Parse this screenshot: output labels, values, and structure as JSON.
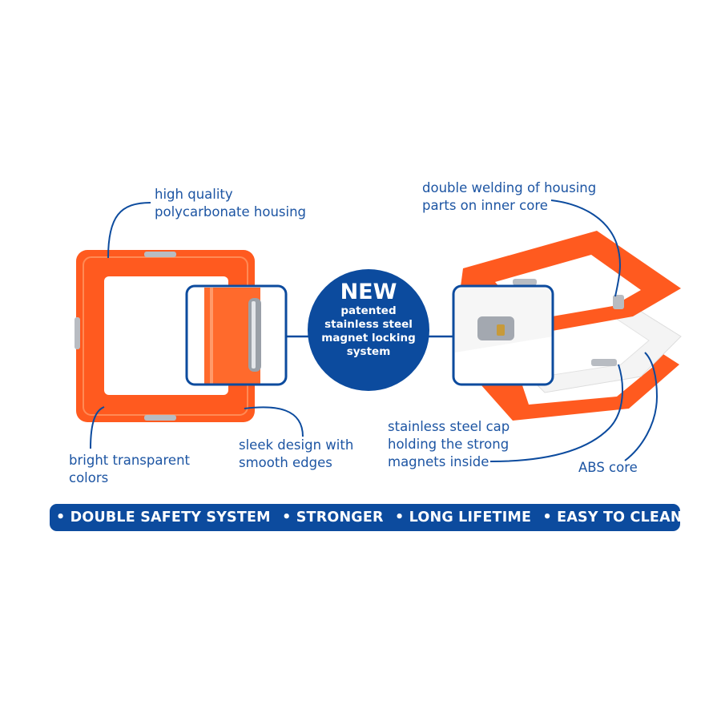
{
  "callouts": {
    "housing": [
      "high quality",
      "polycarbonate housing"
    ],
    "colors": [
      "bright transparent",
      "colors"
    ],
    "design": [
      "sleek design with",
      "smooth edges"
    ],
    "welding": [
      "double welding of housing",
      "parts on inner core"
    ],
    "cap": [
      "stainless steel cap",
      "holding the strong",
      "magnets inside"
    ],
    "abs": "ABS core"
  },
  "badge": {
    "headline": "NEW",
    "lines": [
      "patented",
      "stainless steel",
      "magnet locking",
      "system"
    ]
  },
  "banner": {
    "items": [
      "• DOUBLE SAFETY SYSTEM ",
      "• STRONGER",
      "• LONG LIFETIME",
      "• EASY TO CLEAN"
    ]
  },
  "colors": {
    "brand_blue": "#0c4b9e",
    "tile_orange": "#ff5a1f"
  }
}
